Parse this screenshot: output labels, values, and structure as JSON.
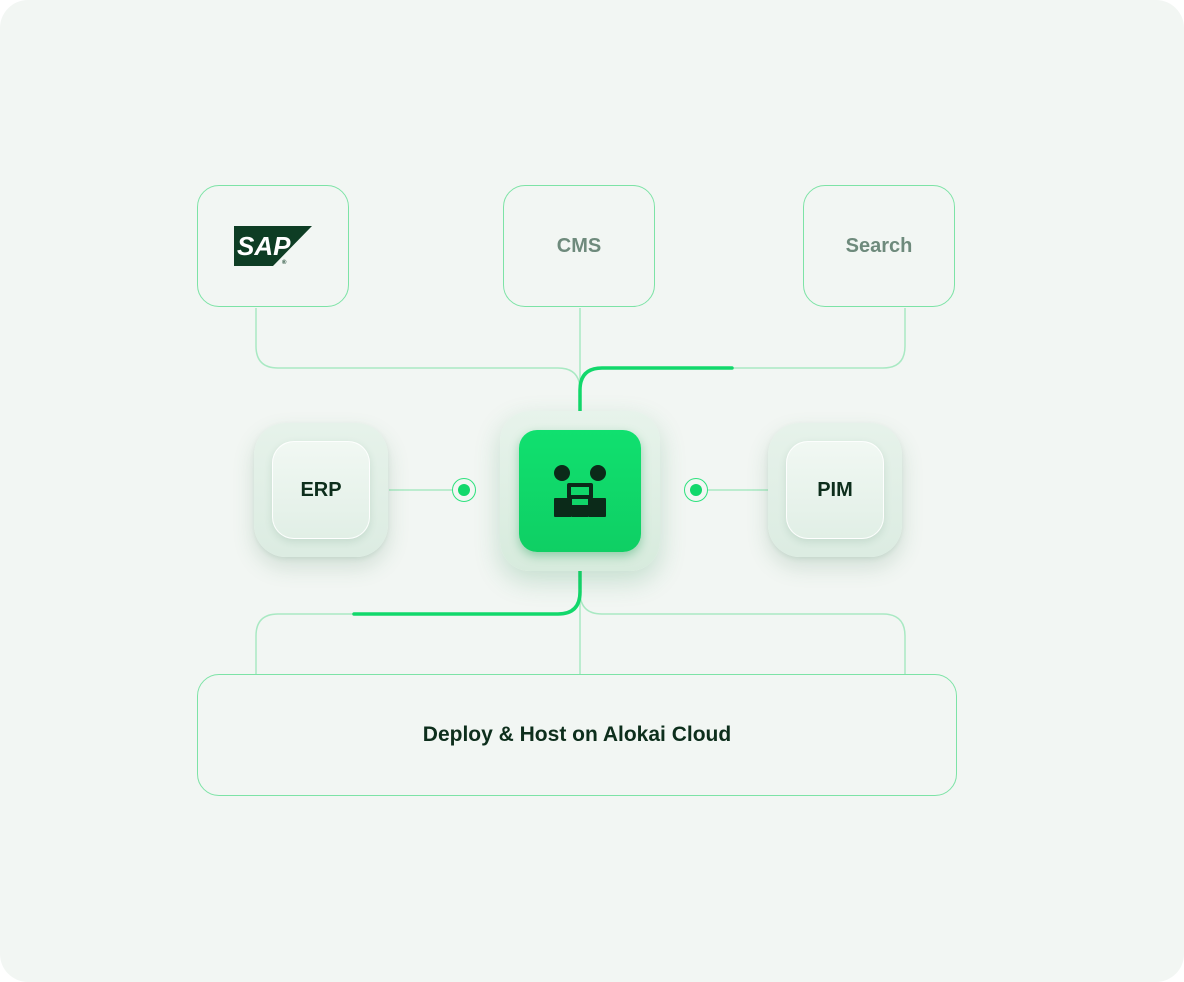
{
  "diagram": {
    "top_nodes": {
      "sap": {
        "label": "SAP",
        "icon": "sap-logo"
      },
      "cms": {
        "label": "CMS"
      },
      "search": {
        "label": "Search"
      }
    },
    "side_nodes": {
      "erp": {
        "label": "ERP"
      },
      "pim": {
        "label": "PIM"
      }
    },
    "hub": {
      "icon": "alokai-logo-icon"
    },
    "bottom_node": {
      "label": "Deploy & Host on Alokai Cloud"
    }
  },
  "colors": {
    "background": "#f2f6f3",
    "accent": "#12d86b",
    "border": "#7de3a6",
    "text_dark": "#0d2e1c",
    "text_muted": "#6e8a7c"
  }
}
